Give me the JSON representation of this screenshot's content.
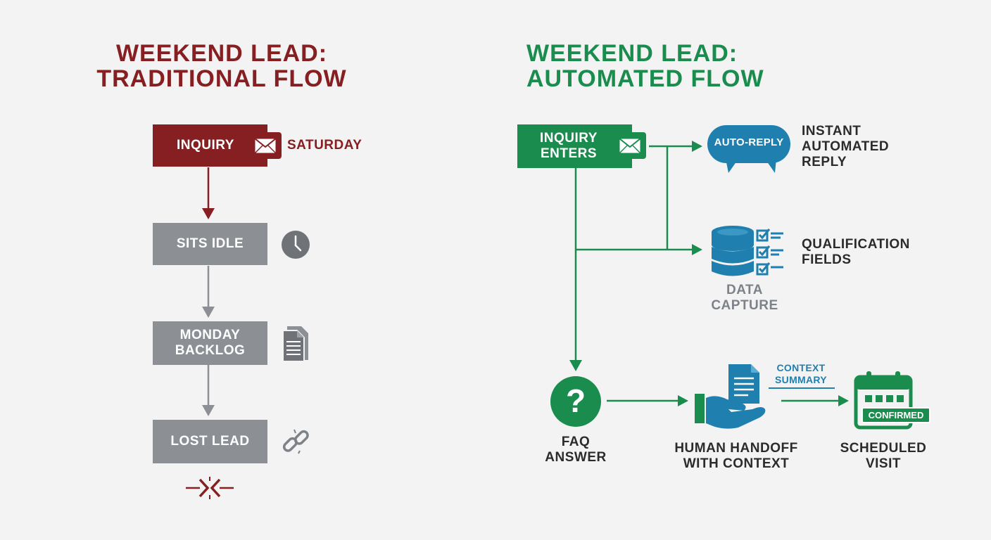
{
  "traditional": {
    "title_line1": "WEEKEND LEAD:",
    "title_line2": "TRADITIONAL FLOW",
    "inquiry_label": "INQUIRY",
    "day_label": "SATURDAY",
    "steps": [
      "SITS IDLE",
      "MONDAY\nBACKLOG",
      "LOST LEAD"
    ],
    "icons": [
      "envelope-icon",
      "clock-icon",
      "document-icon",
      "broken-link-icon",
      "broken-path-icon"
    ]
  },
  "automated": {
    "title_line1": "WEEKEND LEAD:",
    "title_line2": "AUTOMATED FLOW",
    "inquiry_label": "INQUIRY\nENTERS",
    "auto_reply_bubble": "AUTO-REPLY",
    "instant_label": "INSTANT\nAUTOMATED\nREPLY",
    "qualification_label": "QUALIFICATION\nFIELDS",
    "data_capture_label": "DATA\nCAPTURE",
    "faq_label": "FAQ\nANSWER",
    "handoff_label": "HUMAN HANDOFF\nWITH CONTEXT",
    "context_summary_label": "CONTEXT\nSUMMARY",
    "scheduled_label": "SCHEDULED\nVISIT",
    "confirmed_badge": "CONFIRMED",
    "icons": [
      "envelope-icon",
      "speech-bubble-icon",
      "database-icon",
      "checklist-icon",
      "question-icon",
      "hand-document-icon",
      "calendar-icon"
    ]
  },
  "colors": {
    "red": "#861f22",
    "gray": "#8c9094",
    "green": "#1a8c4e",
    "blue": "#1f7fae",
    "background": "#f3f3f3"
  }
}
